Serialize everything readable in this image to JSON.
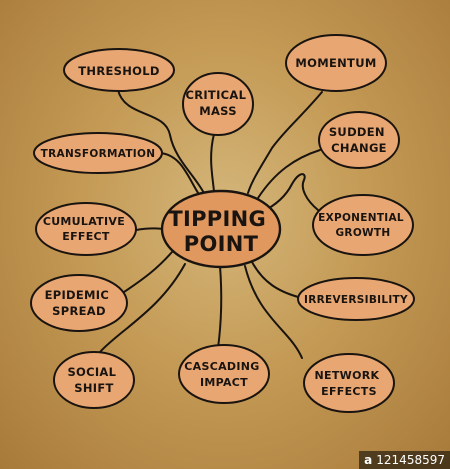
{
  "center": {
    "line1": "TIPPING",
    "line2": "POINT"
  },
  "nodes": {
    "threshold": {
      "lines": [
        "THRESHOLD"
      ]
    },
    "critical_mass": {
      "lines": [
        "CRITICAL",
        "MASS"
      ]
    },
    "momentum": {
      "lines": [
        "MOMENTUM"
      ]
    },
    "sudden_change": {
      "lines": [
        "SUDDEN",
        "CHANGE"
      ]
    },
    "transformation": {
      "lines": [
        "TRANSFORMATION"
      ]
    },
    "cumulative_effect": {
      "lines": [
        "CUMULATIVE",
        "EFFECT"
      ]
    },
    "exponential_growth": {
      "lines": [
        "EXPONENTIAL",
        "GROWTH"
      ]
    },
    "epidemic_spread": {
      "lines": [
        "EPIDEMIC",
        "SPREAD"
      ]
    },
    "irreversibility": {
      "lines": [
        "IRREVERSIBILITY"
      ]
    },
    "social_shift": {
      "lines": [
        "SOCIAL",
        "SHIFT"
      ]
    },
    "cascading_impact": {
      "lines": [
        "CASCADING",
        "IMPACT"
      ]
    },
    "network_effects": {
      "lines": [
        "NETWORK",
        "EFFECTS"
      ]
    }
  },
  "watermark": {
    "brand": "a",
    "id": "121458597"
  },
  "colors": {
    "paper": "#c49a55",
    "bubble": "#e8a672",
    "ink": "#1a1410"
  }
}
